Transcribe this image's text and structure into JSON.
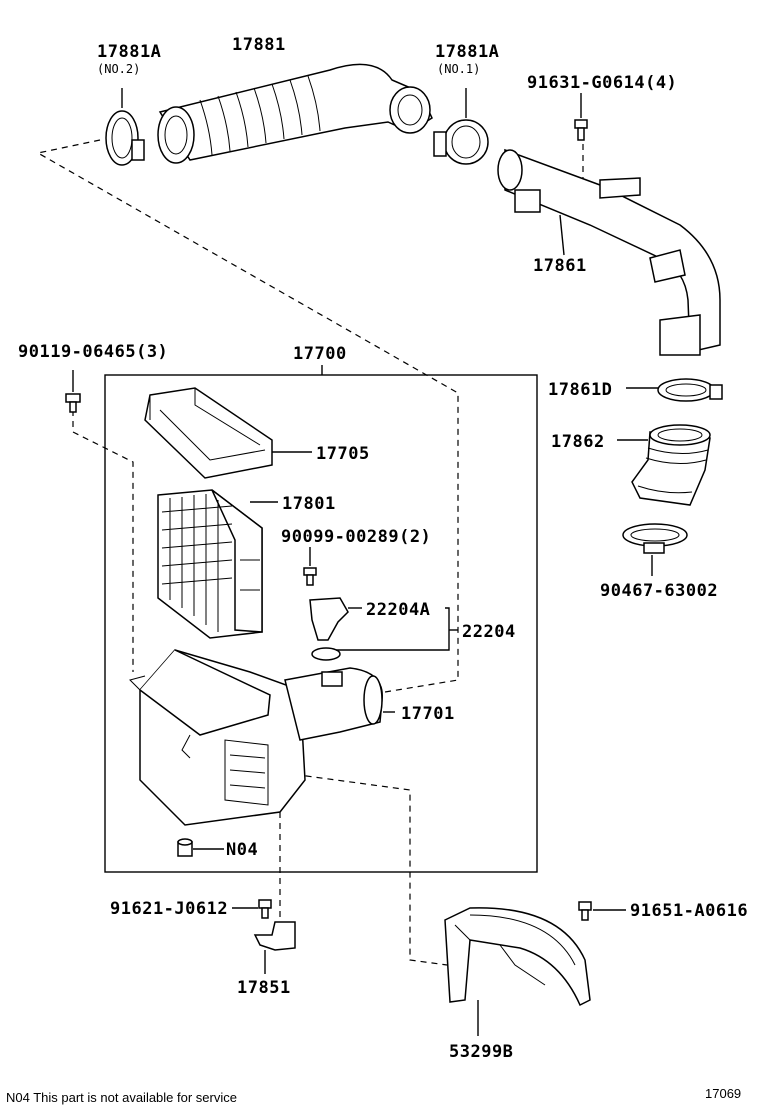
{
  "labels": {
    "p17881A_2": "17881A",
    "p17881A_2_note": "(NO.2)",
    "p17881": "17881",
    "p17881A_1": "17881A",
    "p17881A_1_note": "(NO.1)",
    "p91631": "91631-G0614(4)",
    "p17861": "17861",
    "p90119": "90119-06465(3)",
    "p17700": "17700",
    "p17861D": "17861D",
    "p17705": "17705",
    "p17862": "17862",
    "p17801": "17801",
    "p90099": "90099-00289(2)",
    "p22204A": "22204A",
    "p22204": "22204",
    "p90467": "90467-63002",
    "p17701": "17701",
    "pN04": "N04",
    "p91621": "91621-J0612",
    "p91651": "91651-A0616",
    "p17851": "17851",
    "p53299B": "53299B"
  },
  "footer": {
    "note": "N04  This part is not available for service",
    "diagram_number": "17069"
  }
}
